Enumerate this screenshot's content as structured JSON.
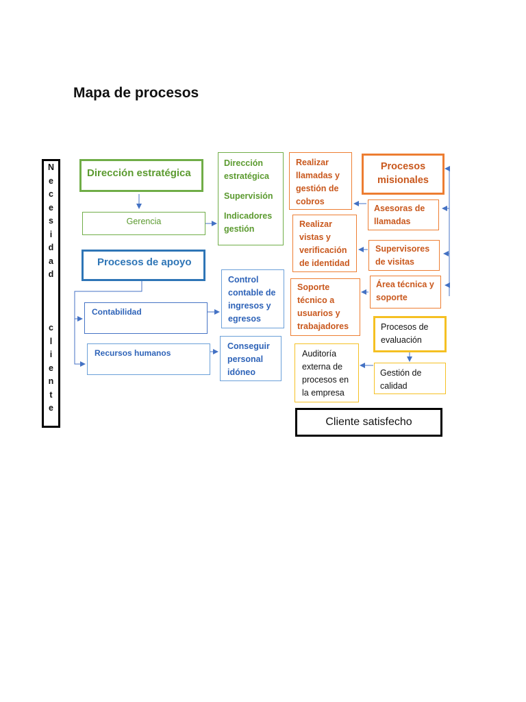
{
  "title": "Mapa de procesos",
  "side_label_chars": [
    "N",
    "e",
    "c",
    "e",
    "s",
    "i",
    "d",
    "a",
    "d",
    "",
    "",
    "",
    "c",
    "l",
    "i",
    "e",
    "n",
    "t",
    "e"
  ],
  "boxes": {
    "direccion_estrategica": "Dirección estratégica",
    "gerencia": "Gerencia",
    "direccion_lista": [
      "Dirección",
      "estratégica",
      "Supervisión",
      "Indicadores",
      "gestión"
    ],
    "procesos_apoyo": "Procesos de apoyo",
    "contabilidad": "Contabilidad",
    "recursos_humanos": "Recursos humanos",
    "control_contable": [
      "Control",
      "contable de",
      "ingresos y",
      "egresos"
    ],
    "conseguir_personal": [
      "Conseguir",
      "personal",
      "idóneo"
    ],
    "realizar_llamadas": [
      "Realizar",
      "llamadas y",
      "gestión de",
      "cobros"
    ],
    "procesos_misionales": [
      "Procesos",
      "misionales"
    ],
    "asesoras": [
      "Asesoras de",
      "llamadas"
    ],
    "realizar_vistas": [
      "Realizar",
      "vistas y",
      "verificación",
      "de identidad"
    ],
    "supervisores": [
      "Supervisores",
      "de visitas"
    ],
    "soporte_tecnico": [
      "Soporte",
      "técnico a",
      "usuarios y",
      "trabajadores"
    ],
    "area_tecnica": [
      "Área técnica y",
      "soporte"
    ],
    "procesos_evaluacion": [
      "Procesos de",
      "evaluación"
    ],
    "auditoria": [
      "Auditoría",
      "externa de",
      "procesos en",
      "la empresa"
    ],
    "gestion_calidad": [
      "Gestión de",
      "calidad"
    ],
    "cliente_satisfecho": "Cliente satisfecho"
  },
  "colors": {
    "green": "#70ad47",
    "blue": "#2e75b6",
    "light_blue": "#6a9fd8",
    "orange": "#ed7d31",
    "yellow": "#f5c022",
    "black": "#000000",
    "arrow": "#4472c4"
  }
}
